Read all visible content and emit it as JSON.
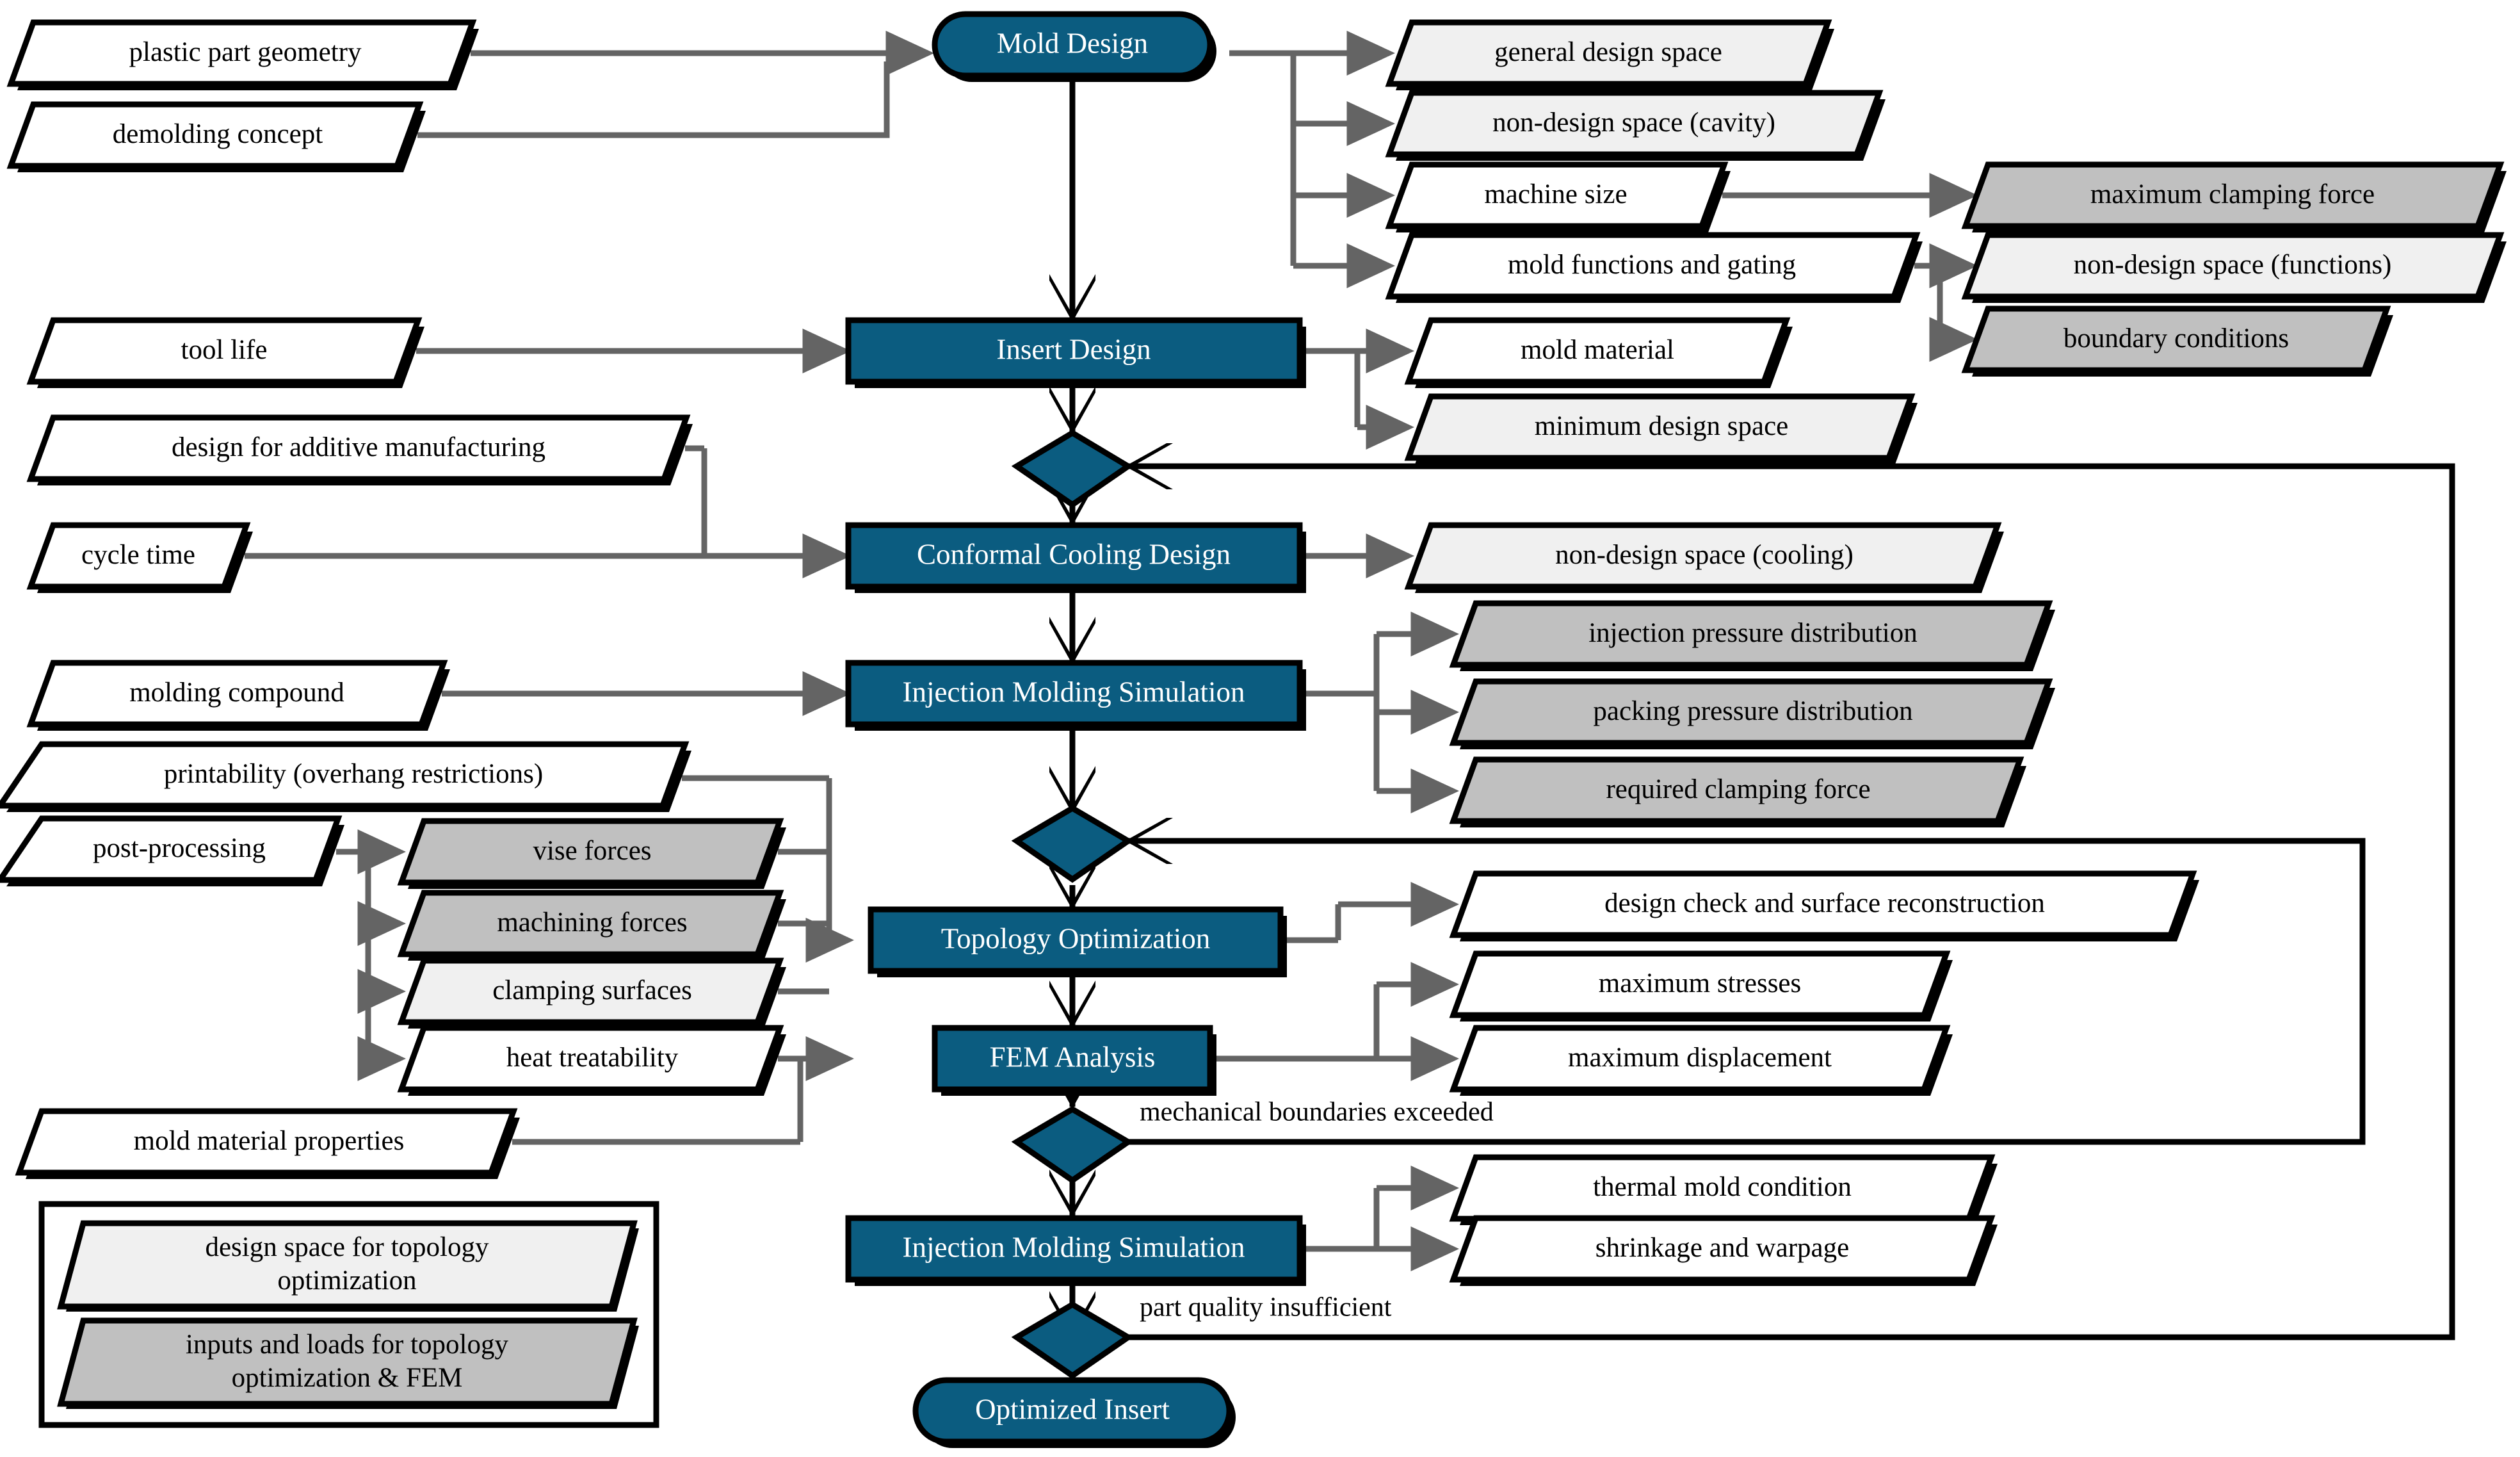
{
  "diagram": {
    "title": "Conformal cooling insert design and topology optimization workflow",
    "colors": {
      "process_fill": "#0b5c80",
      "process_text": "#ffffff",
      "design_space_fill": "#f0f0f0",
      "loads_fill": "#c0c0c0",
      "input_fill": "#ffffff",
      "outline": "#000000",
      "arrow_gray": "#646464",
      "arrow_black": "#000000",
      "background": "#ffffff"
    },
    "process_nodes": [
      {
        "id": "mold-design",
        "label": "Mold Design",
        "shape": "rounded-pill"
      },
      {
        "id": "insert-design",
        "label": "Insert Design",
        "shape": "rectangle"
      },
      {
        "id": "conformal-cooling-design",
        "label": "Conformal Cooling Design",
        "shape": "rectangle"
      },
      {
        "id": "injection-molding-simulation-1",
        "label": "Injection Molding Simulation",
        "shape": "rectangle"
      },
      {
        "id": "topology-optimization",
        "label": "Topology Optimization",
        "shape": "rectangle"
      },
      {
        "id": "fem-analysis",
        "label": "FEM Analysis",
        "shape": "rectangle"
      },
      {
        "id": "injection-molding-simulation-2",
        "label": "Injection Molding Simulation",
        "shape": "rectangle"
      },
      {
        "id": "optimized-insert",
        "label": "Optimized Insert",
        "shape": "rounded-pill"
      }
    ],
    "inputs": [
      {
        "id": "plastic-part-geometry",
        "label": "plastic part geometry",
        "fill": "input"
      },
      {
        "id": "demolding-concept",
        "label": "demolding concept",
        "fill": "input"
      },
      {
        "id": "tool-life",
        "label": "tool life",
        "fill": "input"
      },
      {
        "id": "design-for-additive-manufacturing",
        "label": "design for additive manufacturing",
        "fill": "input"
      },
      {
        "id": "cycle-time",
        "label": "cycle time",
        "fill": "input"
      },
      {
        "id": "molding-compound",
        "label": "molding compound",
        "fill": "input"
      },
      {
        "id": "printability-overhang-restrictions",
        "label": "printability (overhang restrictions)",
        "fill": "input"
      },
      {
        "id": "post-processing",
        "label": "post-processing",
        "fill": "input"
      },
      {
        "id": "mold-material-properties",
        "label": "mold material properties",
        "fill": "input"
      }
    ],
    "outputs": [
      {
        "id": "general-design-space",
        "label": "general design space",
        "fill": "design_space"
      },
      {
        "id": "non-design-space-cavity",
        "label": "non-design space (cavity)",
        "fill": "design_space"
      },
      {
        "id": "machine-size",
        "label": "machine size",
        "fill": "input"
      },
      {
        "id": "mold-functions-and-gating",
        "label": "mold functions and gating",
        "fill": "input"
      },
      {
        "id": "maximum-clamping-force",
        "label": "maximum clamping force",
        "fill": "loads"
      },
      {
        "id": "non-design-space-functions",
        "label": "non-design space (functions)",
        "fill": "design_space"
      },
      {
        "id": "boundary-conditions",
        "label": "boundary conditions",
        "fill": "loads"
      },
      {
        "id": "mold-material",
        "label": "mold material",
        "fill": "input"
      },
      {
        "id": "minimum-design-space",
        "label": "minimum design space",
        "fill": "design_space"
      },
      {
        "id": "non-design-space-cooling",
        "label": "non-design space (cooling)",
        "fill": "design_space"
      },
      {
        "id": "injection-pressure-distribution",
        "label": "injection pressure distribution",
        "fill": "loads"
      },
      {
        "id": "packing-pressure-distribution",
        "label": "packing pressure distribution",
        "fill": "loads"
      },
      {
        "id": "required-clamping-force",
        "label": "required clamping force",
        "fill": "loads"
      },
      {
        "id": "vise-forces",
        "label": "vise forces",
        "fill": "loads"
      },
      {
        "id": "machining-forces",
        "label": "machining forces",
        "fill": "loads"
      },
      {
        "id": "clamping-surfaces",
        "label": "clamping surfaces",
        "fill": "design_space"
      },
      {
        "id": "heat-treatability",
        "label": "heat treatability",
        "fill": "input"
      },
      {
        "id": "design-check-and-surface-reconstruction",
        "label": "design check and surface reconstruction",
        "fill": "input"
      },
      {
        "id": "maximum-stresses",
        "label": "maximum stresses",
        "fill": "input"
      },
      {
        "id": "maximum-displacement",
        "label": "maximum displacement",
        "fill": "input"
      },
      {
        "id": "thermal-mold-condition",
        "label": "thermal mold condition",
        "fill": "input"
      },
      {
        "id": "shrinkage-and-warpage",
        "label": "shrinkage and warpage",
        "fill": "input"
      }
    ],
    "decision_labels": [
      {
        "id": "mechanical-boundaries-exceeded",
        "label": "mechanical boundaries exceeded"
      },
      {
        "id": "part-quality-insufficient",
        "label": "part quality insufficient"
      }
    ],
    "legend": {
      "items": [
        {
          "id": "legend-design-space",
          "line1": "design space for topology",
          "line2": "optimization",
          "fill": "design_space"
        },
        {
          "id": "legend-inputs-loads",
          "line1": "inputs and loads for topology",
          "line2": "optimization & FEM",
          "fill": "loads"
        }
      ]
    }
  }
}
